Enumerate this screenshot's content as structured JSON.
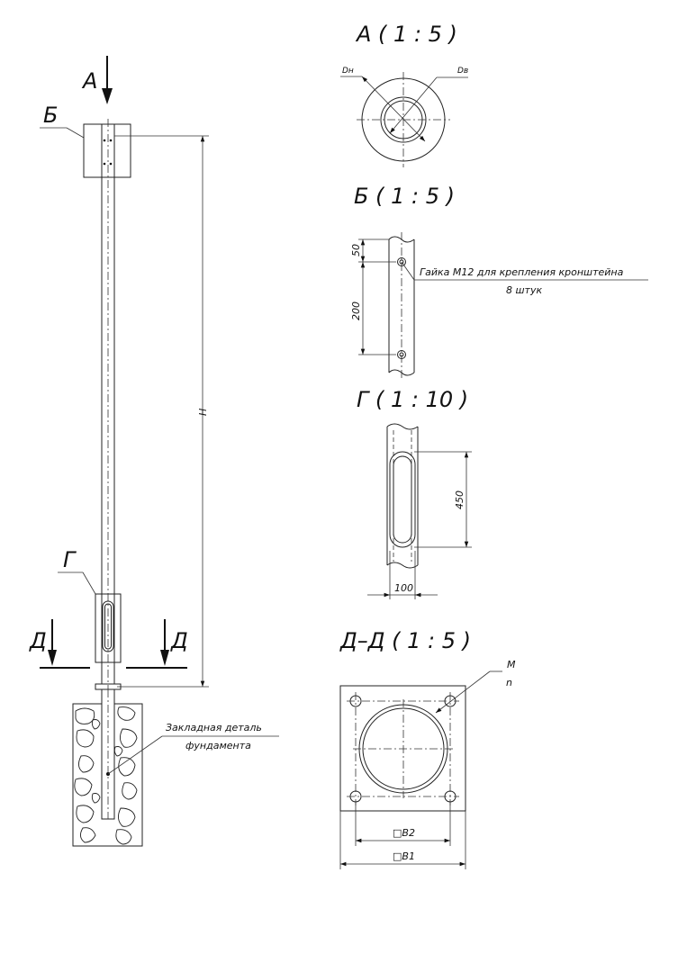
{
  "main_view": {
    "arrow_a": "А",
    "callout_b": "Б",
    "dim_h": "H",
    "callout_g": "Г",
    "section_d_left": "Д",
    "section_d_right": "Д",
    "embedded_part_line1": "Закладная деталь",
    "embedded_part_line2": "фундамента"
  },
  "view_a": {
    "title": "А ( 1 : 5 )",
    "outer_diameter": "Dн",
    "inner_diameter": "Dв"
  },
  "view_b": {
    "title": "Б ( 1 : 5 )",
    "dim_top": "50",
    "dim_bottom": "200",
    "note_line1": "Гайка М12 для крепления кронштейна",
    "note_line2": "8 штук"
  },
  "view_g": {
    "title": "Г ( 1 : 10 )",
    "dim_height": "450",
    "dim_width": "100"
  },
  "section_d": {
    "title": "Д–Д ( 1 : 5 )",
    "bolt_size": "М",
    "bolt_count": "n",
    "dim_b2": "□В2",
    "dim_b1": "□В1"
  }
}
